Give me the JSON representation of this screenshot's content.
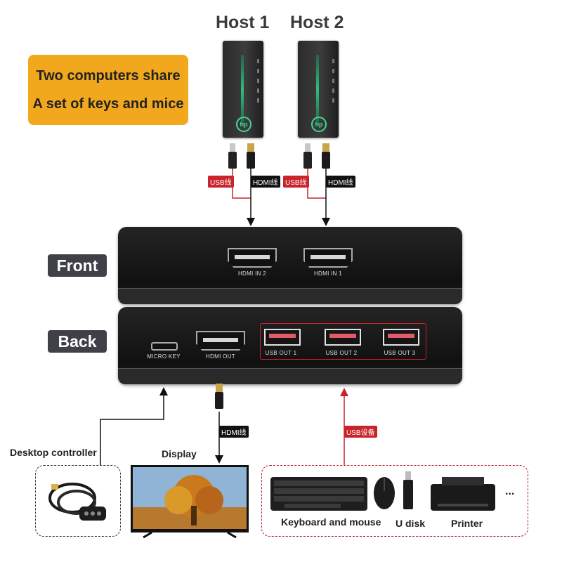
{
  "hosts": [
    {
      "label": "Host 1",
      "usb_tag": "USB线",
      "hdmi_tag": "HDMI线"
    },
    {
      "label": "Host 2",
      "usb_tag": "USB线",
      "hdmi_tag": "HDMI线"
    }
  ],
  "banner": {
    "line1": "Two computers share",
    "line2": "A set of keys and mice"
  },
  "front": {
    "label": "Front",
    "ports": [
      "HDMI IN 2",
      "HDMI IN 1"
    ]
  },
  "back": {
    "label": "Back",
    "micro_key": "MICRO KEY",
    "hdmi_out": "HDMI OUT",
    "usb_ports": [
      "USB OUT 1",
      "USB OUT 2",
      "USB OUT 3"
    ]
  },
  "bottom": {
    "desktop_controller": "Desktop controller",
    "display": "Display",
    "hdmi_tag": "HDMI线",
    "usb_device_tag": "USB设备",
    "keyboard_mouse": "Keyboard and mouse",
    "u_disk": "U disk",
    "printer": "Printer",
    "more": "..."
  },
  "colors": {
    "accent": "#f2a81d",
    "red": "#c9232b",
    "arrow_black": "#111111",
    "hp_green": "#3fd893"
  }
}
